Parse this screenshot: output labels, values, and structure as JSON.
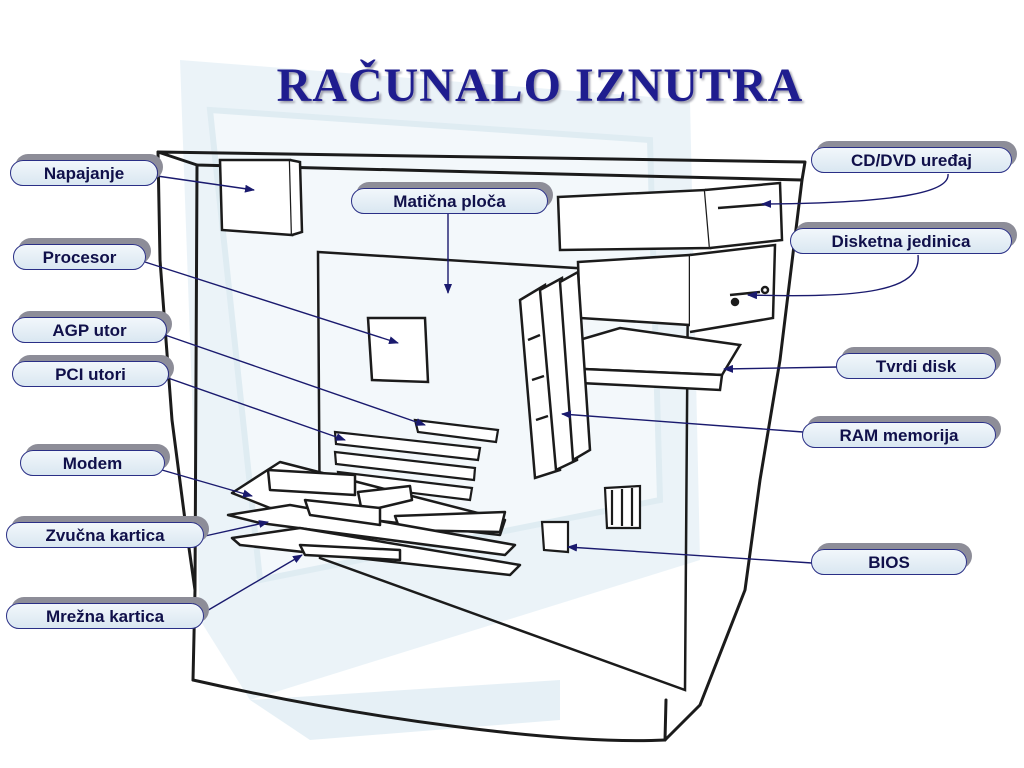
{
  "title": "RAČUNALO IZNUTRA",
  "labels": {
    "napajanje": "Napajanje",
    "procesor": "Procesor",
    "agp_utor": "AGP utor",
    "pci_utori": "PCI utori",
    "modem": "Modem",
    "zvucna_kartica": "Zvučna kartica",
    "mrezna_kartica": "Mrežna kartica",
    "maticna_ploca": "Matična ploča",
    "cd_dvd": "CD/DVD uređaj",
    "disketna": "Disketna jedinica",
    "tvrdi_disk": "Tvrdi disk",
    "ram": "RAM memorija",
    "bios": "BIOS"
  },
  "colors": {
    "title": "#1f1d8f",
    "label_border": "#2a2f86",
    "arrow": "#1a1a6e",
    "sketch": "#1b1b1b",
    "background_blue": "#d8e9f2"
  }
}
